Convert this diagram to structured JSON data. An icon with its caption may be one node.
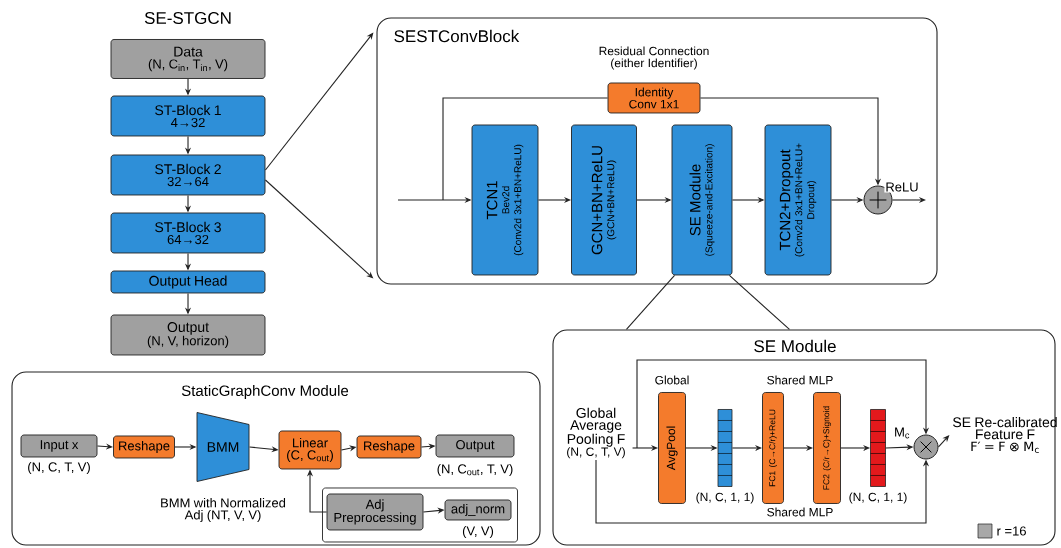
{
  "diagram": {
    "nodes": [
      {
        "text": [
          "Data",
          "(N, C$_{in}$, T$_{in}$, V)"
        ]
      },
      {
        "text": [
          "ST-Block 1",
          "4→32"
        ]
      },
      {
        "text": [
          "ST-Block 2",
          "32→64"
        ]
      },
      {
        "text": [
          "ST-Block 3",
          "64→32"
        ]
      },
      {
        "text": [
          "Output Head"
        ]
      },
      {
        "text": [
          "Output",
          "(N, V, horizon)"
        ]
      },
      {
        "text": [
          "SESTConvBlock"
        ]
      },
      {
        "text": [
          "Identity Conv 1x1"
        ],
        "in": 6,
        "beside": [
          "Residual Connection (either Identifier)"
        ]
      },
      {
        "text": [
          "TCN1",
          "Bev2d",
          "(Conv2d 3x1+BN+ReLU)"
        ],
        "in": 6
      },
      {
        "text": [
          "GCN+BN+ReLU",
          "(GCN+BN+ReLU)"
        ],
        "in": 6
      },
      {
        "text": [
          "SE Module",
          "(Squeeze-and-Excitation)"
        ],
        "in": 6
      },
      {
        "text": [
          "TCN2+Dropout",
          "(Conv2d 3x1+BN+ReLU+ Dropout)"
        ],
        "in": 6
      },
      {
        "text": [],
        "shape": "circle",
        "in": 6
      },
      {
        "text": [
          "SE Module"
        ]
      },
      {
        "text": [
          "Global Average Pooling F",
          "(N, C, T, V)"
        ],
        "in": 13
      },
      {
        "text": [
          "AvgPool"
        ],
        "in": 13,
        "beside": [
          "Global"
        ]
      },
      {
        "text": [],
        "shape": "bar",
        "in": 13,
        "beside": [
          "(N, C, 1, 1)"
        ]
      },
      {
        "text": [
          "FC1 (C→C/r)+ReLU"
        ],
        "in": 13
      },
      {
        "text": [
          "FC2 (C/r→C)+Signoid"
        ],
        "in": 13
      },
      {
        "text": [],
        "shape": "bar",
        "in": 13,
        "beside": [
          "(N, C, 1, 1)"
        ]
      },
      {
        "text": [],
        "shape": "circle",
        "in": 13
      },
      {
        "text": [
          "SE Re-calibrated Feature F",
          "F′ = F ⊗ M$_{c}$"
        ],
        "in": 13
      },
      {
        "text": [
          "StaticGraphConv Module"
        ]
      },
      {
        "text": [
          "Input x"
        ],
        "in": 22,
        "beside": [
          "(N, C, T, V)"
        ]
      },
      {
        "text": [
          "Reshape"
        ],
        "in": 22
      },
      {
        "text": [
          "BMM"
        ],
        "in": 22,
        "beside": [
          "BMM with Normalized Adj (NT, V, V)"
        ]
      },
      {
        "text": [
          "Linear",
          "(C, C$_{out}$)"
        ],
        "in": 22
      },
      {
        "text": [
          "Reshape"
        ],
        "in": 22
      },
      {
        "text": [
          "Output"
        ],
        "in": 22,
        "beside": [
          "(N, C$_{out}$, T, V)"
        ]
      },
      {
        "text": [],
        "shape": "box",
        "in": 22
      },
      {
        "text": [
          "Adj Preprocessing"
        ],
        "in": 29
      },
      {
        "text": [
          "adj_norm"
        ],
        "in": 29,
        "beside": [
          "(V, V)"
        ]
      }
    ],
    "edges": [
      {
        "from": 0,
        "to": 1,
        "arrow": "to"
      },
      {
        "from": 1,
        "to": 2,
        "arrow": "to"
      },
      {
        "from": 2,
        "to": 3,
        "arrow": "to"
      },
      {
        "from": 3,
        "to": 4,
        "arrow": "to"
      },
      {
        "from": 4,
        "to": 5,
        "arrow": "to"
      },
      {
        "from": 2,
        "to": 6,
        "arrow": "to"
      },
      {
        "from": 2,
        "to": 6,
        "arrow": "to"
      },
      {
        "from": null,
        "to": 8,
        "arrow": "to"
      },
      {
        "from": null,
        "to": 7,
        "arrow": "none"
      },
      {
        "from": 7,
        "to": 12,
        "arrow": "to"
      },
      {
        "from": 8,
        "to": 9,
        "arrow": "to"
      },
      {
        "from": 9,
        "to": 10,
        "arrow": "to"
      },
      {
        "from": 10,
        "to": 11,
        "arrow": "to"
      },
      {
        "from": 11,
        "to": 12,
        "arrow": "to"
      },
      {
        "from": 12,
        "to": null,
        "arrow": "to",
        "label": "ReLU"
      },
      {
        "from": 10,
        "to": 13,
        "arrow": "none"
      },
      {
        "from": 10,
        "to": 13,
        "arrow": "none"
      },
      {
        "from": 14,
        "to": 15,
        "arrow": "to"
      },
      {
        "from": 14,
        "to": 20,
        "arrow": "to"
      },
      {
        "from": 14,
        "to": 20,
        "arrow": "to"
      },
      {
        "from": 15,
        "to": 16,
        "arrow": "to"
      },
      {
        "from": 16,
        "to": 17,
        "arrow": "to"
      },
      {
        "from": 17,
        "to": 18,
        "arrow": "to"
      },
      {
        "from": 18,
        "to": 19,
        "arrow": "to"
      },
      {
        "from": 19,
        "to": 20,
        "arrow": "to",
        "label": "M$_{c}$"
      },
      {
        "from": 20,
        "to": 21,
        "arrow": "to"
      },
      {
        "from": 23,
        "to": 24,
        "arrow": "to"
      },
      {
        "from": 24,
        "to": 25,
        "arrow": "to"
      },
      {
        "from": 25,
        "to": 26,
        "arrow": "to"
      },
      {
        "from": 26,
        "to": 27,
        "arrow": "to"
      },
      {
        "from": 27,
        "to": 28,
        "arrow": "to"
      },
      {
        "from": 30,
        "to": 26,
        "arrow": "to"
      },
      {
        "from": 30,
        "to": 31,
        "arrow": "to"
      }
    ],
    "labels": [
      "SE-STGCN",
      "Shared MLP",
      "Shared MLP"
    ],
    "legend": [
      {
        "text": "r =16",
        "color": "#a8a8a8"
      }
    ]
  }
}
